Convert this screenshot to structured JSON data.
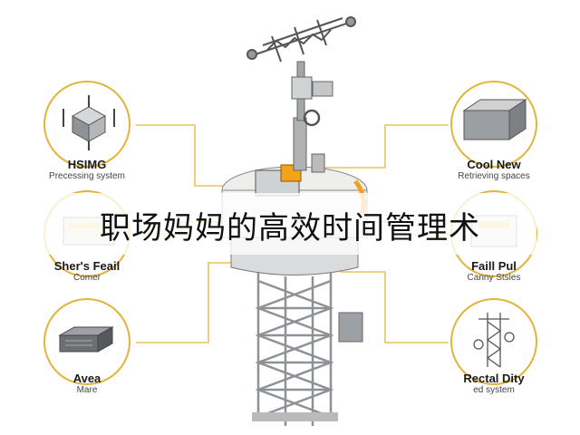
{
  "headline": "职场妈妈的高效时间管理术",
  "colors": {
    "circle": "#e2b43a",
    "connector": "#e8c35a",
    "metal": "#9ea2a6",
    "accent": "#f2a21b"
  },
  "callouts": [
    {
      "title": "HSIMG",
      "subtitle": "Precessing system",
      "icon": "processing-module-icon"
    },
    {
      "title": "Cool New",
      "subtitle": "Retrieving spaces",
      "icon": "cooling-box-icon"
    },
    {
      "title": "Sher's Feail",
      "subtitle": "Comer",
      "icon": "storage-unit-icon"
    },
    {
      "title": "Faill Pul",
      "subtitle": "Canny Stsles",
      "icon": "cable-pack-icon"
    },
    {
      "title": "Avea",
      "subtitle": "Mare",
      "icon": "server-box-icon"
    },
    {
      "title": "Rectal Dity",
      "subtitle": "ed system",
      "icon": "mini-tower-icon"
    }
  ]
}
